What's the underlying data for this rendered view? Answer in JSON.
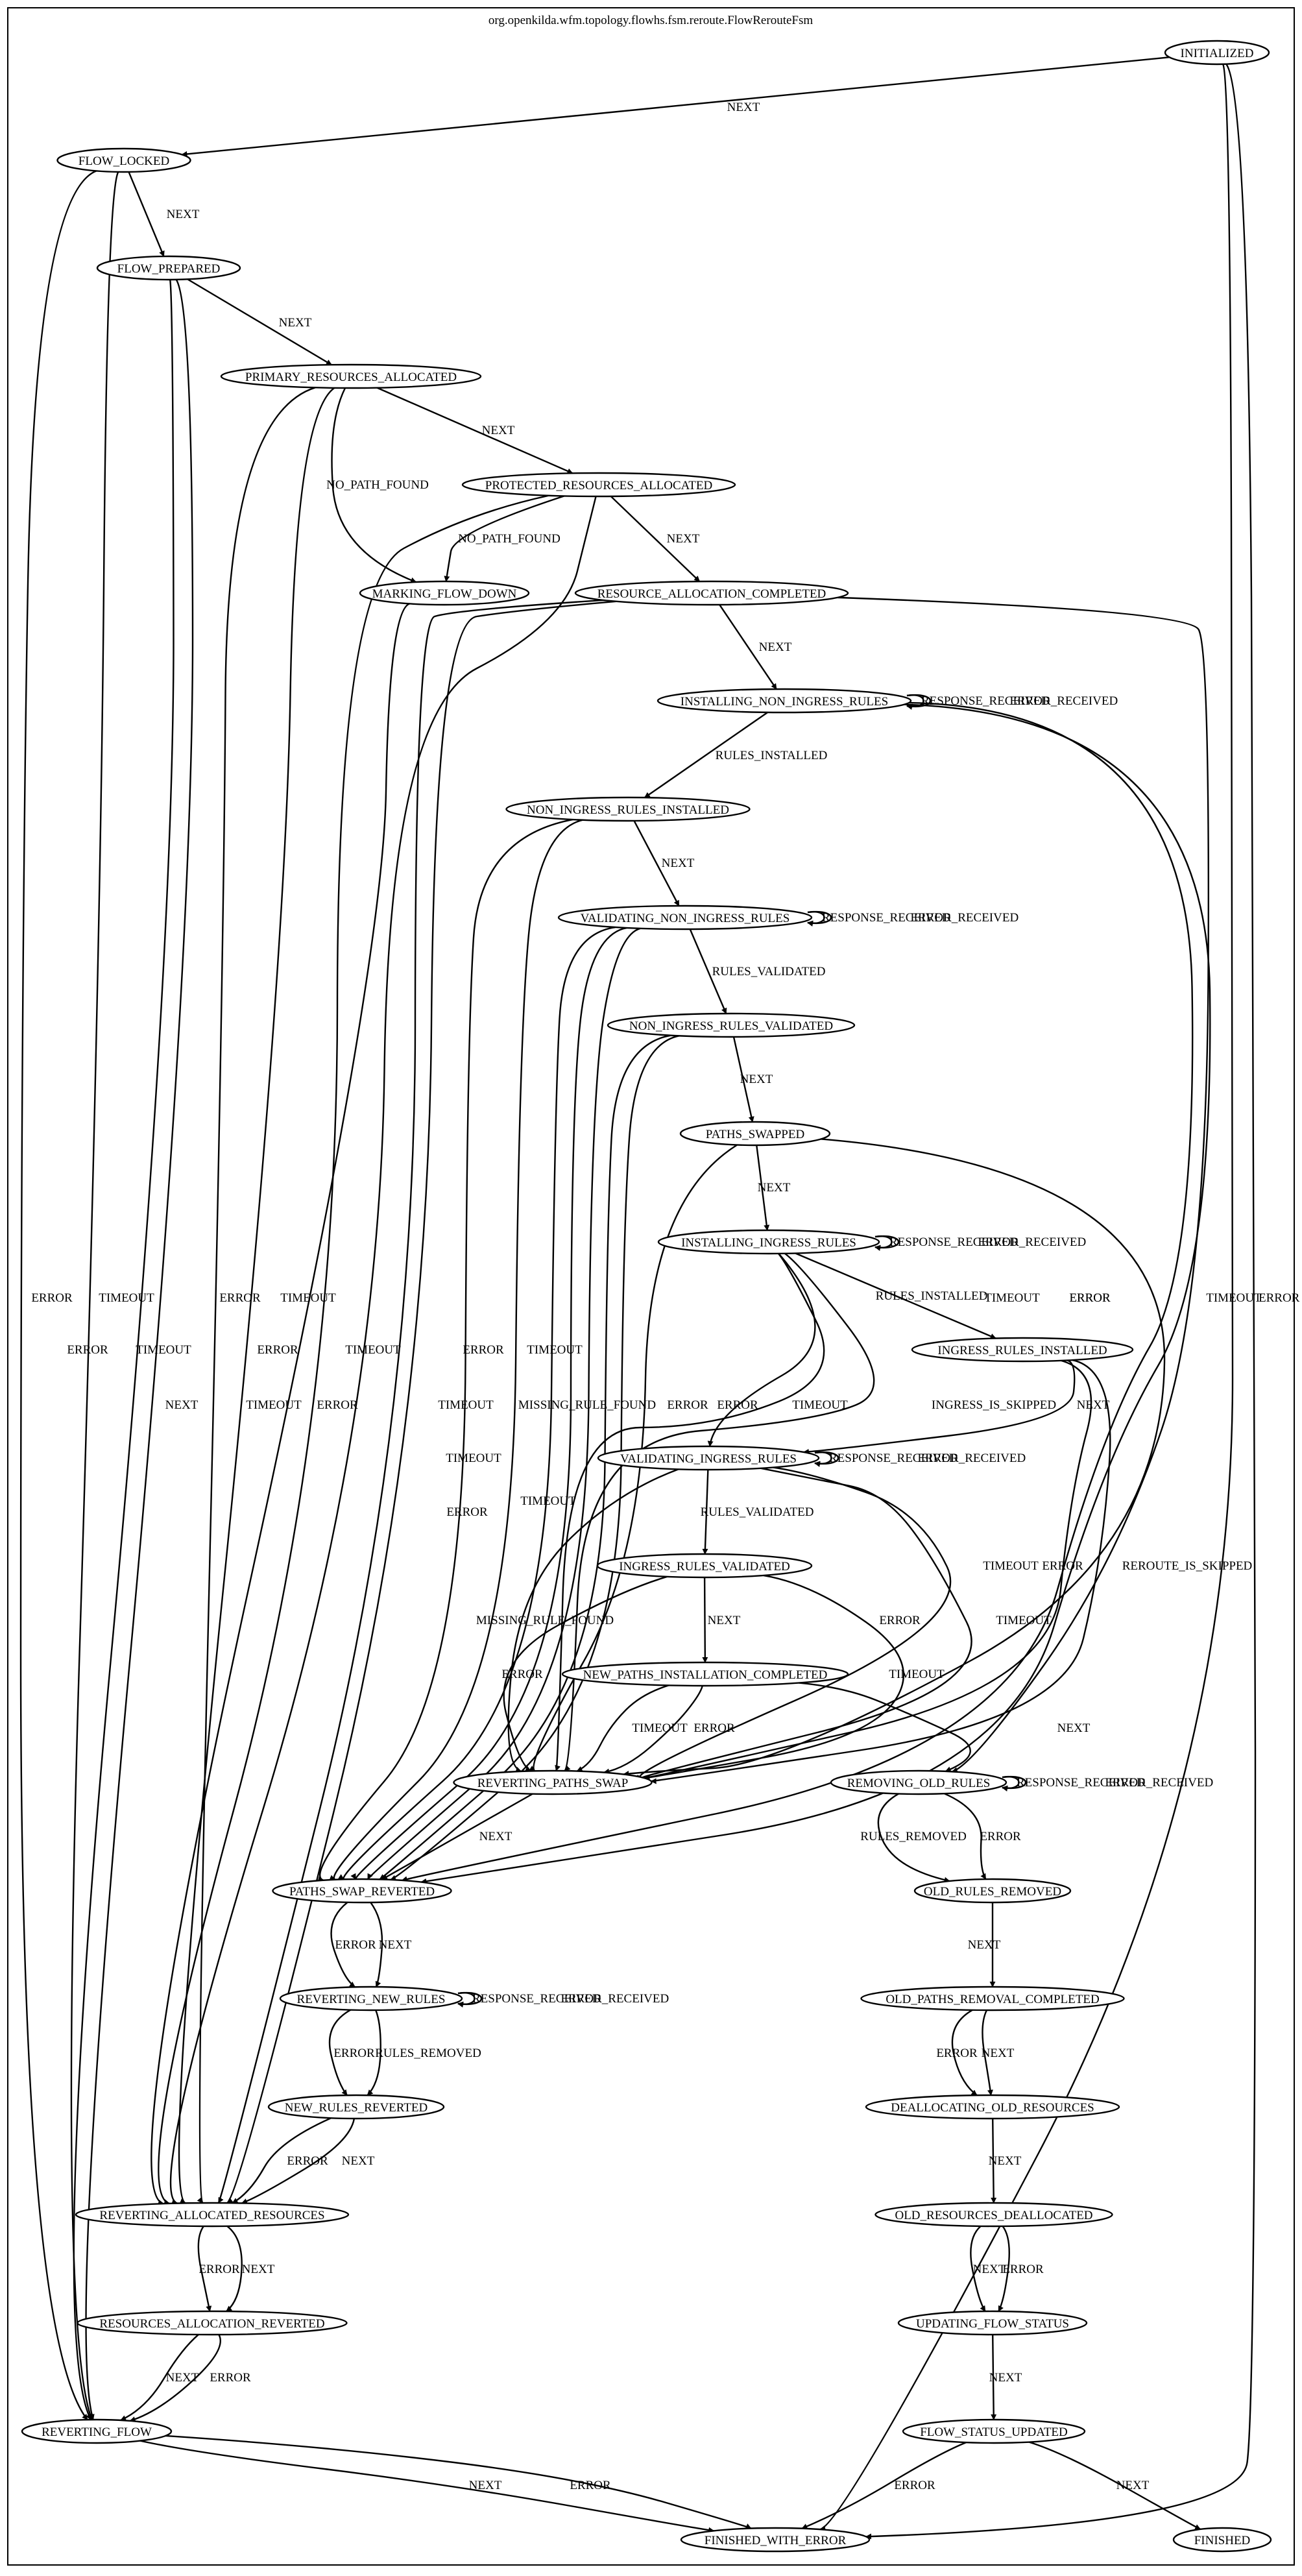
{
  "diagram": {
    "title": "org.openkilda.wfm.topology.flowhs.fsm.reroute.FlowRerouteFsm",
    "nodes": [
      {
        "id": "INITIALIZED",
        "label": "INITIALIZED"
      },
      {
        "id": "FLOW_LOCKED",
        "label": "FLOW_LOCKED"
      },
      {
        "id": "FLOW_PREPARED",
        "label": "FLOW_PREPARED"
      },
      {
        "id": "PRIMARY_RESOURCES_ALLOCATED",
        "label": "PRIMARY_RESOURCES_ALLOCATED"
      },
      {
        "id": "PROTECTED_RESOURCES_ALLOCATED",
        "label": "PROTECTED_RESOURCES_ALLOCATED"
      },
      {
        "id": "MARKING_FLOW_DOWN",
        "label": "MARKING_FLOW_DOWN"
      },
      {
        "id": "RESOURCE_ALLOCATION_COMPLETED",
        "label": "RESOURCE_ALLOCATION_COMPLETED"
      },
      {
        "id": "INSTALLING_NON_INGRESS_RULES",
        "label": "INSTALLING_NON_INGRESS_RULES"
      },
      {
        "id": "NON_INGRESS_RULES_INSTALLED",
        "label": "NON_INGRESS_RULES_INSTALLED"
      },
      {
        "id": "VALIDATING_NON_INGRESS_RULES",
        "label": "VALIDATING_NON_INGRESS_RULES"
      },
      {
        "id": "NON_INGRESS_RULES_VALIDATED",
        "label": "NON_INGRESS_RULES_VALIDATED"
      },
      {
        "id": "PATHS_SWAPPED",
        "label": "PATHS_SWAPPED"
      },
      {
        "id": "INSTALLING_INGRESS_RULES",
        "label": "INSTALLING_INGRESS_RULES"
      },
      {
        "id": "INGRESS_RULES_INSTALLED",
        "label": "INGRESS_RULES_INSTALLED"
      },
      {
        "id": "VALIDATING_INGRESS_RULES",
        "label": "VALIDATING_INGRESS_RULES"
      },
      {
        "id": "INGRESS_RULES_VALIDATED",
        "label": "INGRESS_RULES_VALIDATED"
      },
      {
        "id": "NEW_PATHS_INSTALLATION_COMPLETED",
        "label": "NEW_PATHS_INSTALLATION_COMPLETED"
      },
      {
        "id": "REVERTING_PATHS_SWAP",
        "label": "REVERTING_PATHS_SWAP"
      },
      {
        "id": "REMOVING_OLD_RULES",
        "label": "REMOVING_OLD_RULES"
      },
      {
        "id": "PATHS_SWAP_REVERTED",
        "label": "PATHS_SWAP_REVERTED"
      },
      {
        "id": "OLD_RULES_REMOVED",
        "label": "OLD_RULES_REMOVED"
      },
      {
        "id": "REVERTING_NEW_RULES",
        "label": "REVERTING_NEW_RULES"
      },
      {
        "id": "OLD_PATHS_REMOVAL_COMPLETED",
        "label": "OLD_PATHS_REMOVAL_COMPLETED"
      },
      {
        "id": "NEW_RULES_REVERTED",
        "label": "NEW_RULES_REVERTED"
      },
      {
        "id": "DEALLOCATING_OLD_RESOURCES",
        "label": "DEALLOCATING_OLD_RESOURCES"
      },
      {
        "id": "REVERTING_ALLOCATED_RESOURCES",
        "label": "REVERTING_ALLOCATED_RESOURCES"
      },
      {
        "id": "OLD_RESOURCES_DEALLOCATED",
        "label": "OLD_RESOURCES_DEALLOCATED"
      },
      {
        "id": "RESOURCES_ALLOCATION_REVERTED",
        "label": "RESOURCES_ALLOCATION_REVERTED"
      },
      {
        "id": "UPDATING_FLOW_STATUS",
        "label": "UPDATING_FLOW_STATUS"
      },
      {
        "id": "REVERTING_FLOW",
        "label": "REVERTING_FLOW"
      },
      {
        "id": "FLOW_STATUS_UPDATED",
        "label": "FLOW_STATUS_UPDATED"
      },
      {
        "id": "FINISHED_WITH_ERROR",
        "label": "FINISHED_WITH_ERROR"
      },
      {
        "id": "FINISHED",
        "label": "FINISHED"
      }
    ],
    "edges": [
      {
        "from": "INITIALIZED",
        "to": "FLOW_LOCKED",
        "label": "NEXT"
      },
      {
        "from": "INITIALIZED",
        "to": "FINISHED_WITH_ERROR",
        "label": "TIMEOUT"
      },
      {
        "from": "INITIALIZED",
        "to": "FINISHED_WITH_ERROR",
        "label": "ERROR"
      },
      {
        "from": "FLOW_LOCKED",
        "to": "FLOW_PREPARED",
        "label": "NEXT"
      },
      {
        "from": "FLOW_LOCKED",
        "to": "REVERTING_FLOW",
        "label": "ERROR"
      },
      {
        "from": "FLOW_LOCKED",
        "to": "REVERTING_FLOW",
        "label": "TIMEOUT"
      },
      {
        "from": "FLOW_PREPARED",
        "to": "PRIMARY_RESOURCES_ALLOCATED",
        "label": "NEXT"
      },
      {
        "from": "FLOW_PREPARED",
        "to": "REVERTING_FLOW",
        "label": "ERROR"
      },
      {
        "from": "FLOW_PREPARED",
        "to": "REVERTING_FLOW",
        "label": "TIMEOUT"
      },
      {
        "from": "PRIMARY_RESOURCES_ALLOCATED",
        "to": "PROTECTED_RESOURCES_ALLOCATED",
        "label": "NEXT"
      },
      {
        "from": "PRIMARY_RESOURCES_ALLOCATED",
        "to": "MARKING_FLOW_DOWN",
        "label": "NO_PATH_FOUND"
      },
      {
        "from": "PRIMARY_RESOURCES_ALLOCATED",
        "to": "REVERTING_ALLOCATED_RESOURCES",
        "label": "ERROR"
      },
      {
        "from": "PRIMARY_RESOURCES_ALLOCATED",
        "to": "REVERTING_ALLOCATED_RESOURCES",
        "label": "TIMEOUT"
      },
      {
        "from": "PROTECTED_RESOURCES_ALLOCATED",
        "to": "RESOURCE_ALLOCATION_COMPLETED",
        "label": "NEXT"
      },
      {
        "from": "PROTECTED_RESOURCES_ALLOCATED",
        "to": "MARKING_FLOW_DOWN",
        "label": "NO_PATH_FOUND"
      },
      {
        "from": "PROTECTED_RESOURCES_ALLOCATED",
        "to": "REVERTING_ALLOCATED_RESOURCES",
        "label": "ERROR"
      },
      {
        "from": "PROTECTED_RESOURCES_ALLOCATED",
        "to": "REVERTING_ALLOCATED_RESOURCES",
        "label": "TIMEOUT"
      },
      {
        "from": "MARKING_FLOW_DOWN",
        "to": "REVERTING_ALLOCATED_RESOURCES",
        "label": "NEXT"
      },
      {
        "from": "RESOURCE_ALLOCATION_COMPLETED",
        "to": "INSTALLING_NON_INGRESS_RULES",
        "label": "NEXT"
      },
      {
        "from": "RESOURCE_ALLOCATION_COMPLETED",
        "to": "REVERTING_ALLOCATED_RESOURCES",
        "label": "TIMEOUT"
      },
      {
        "from": "RESOURCE_ALLOCATION_COMPLETED",
        "to": "REVERTING_ALLOCATED_RESOURCES",
        "label": "ERROR"
      },
      {
        "from": "RESOURCE_ALLOCATION_COMPLETED",
        "to": "REMOVING_OLD_RULES",
        "label": "REROUTE_IS_SKIPPED"
      },
      {
        "from": "INSTALLING_NON_INGRESS_RULES",
        "to": "INSTALLING_NON_INGRESS_RULES",
        "label": "RESPONSE_RECEIVED"
      },
      {
        "from": "INSTALLING_NON_INGRESS_RULES",
        "to": "INSTALLING_NON_INGRESS_RULES",
        "label": "ERROR_RECEIVED"
      },
      {
        "from": "INSTALLING_NON_INGRESS_RULES",
        "to": "NON_INGRESS_RULES_INSTALLED",
        "label": "RULES_INSTALLED"
      },
      {
        "from": "INSTALLING_NON_INGRESS_RULES",
        "to": "PATHS_SWAP_REVERTED",
        "label": "TIMEOUT"
      },
      {
        "from": "INSTALLING_NON_INGRESS_RULES",
        "to": "PATHS_SWAP_REVERTED",
        "label": "ERROR"
      },
      {
        "from": "NON_INGRESS_RULES_INSTALLED",
        "to": "VALIDATING_NON_INGRESS_RULES",
        "label": "NEXT"
      },
      {
        "from": "NON_INGRESS_RULES_INSTALLED",
        "to": "PATHS_SWAP_REVERTED",
        "label": "ERROR"
      },
      {
        "from": "NON_INGRESS_RULES_INSTALLED",
        "to": "PATHS_SWAP_REVERTED",
        "label": "TIMEOUT"
      },
      {
        "from": "VALIDATING_NON_INGRESS_RULES",
        "to": "VALIDATING_NON_INGRESS_RULES",
        "label": "RESPONSE_RECEIVED"
      },
      {
        "from": "VALIDATING_NON_INGRESS_RULES",
        "to": "VALIDATING_NON_INGRESS_RULES",
        "label": "ERROR_RECEIVED"
      },
      {
        "from": "VALIDATING_NON_INGRESS_RULES",
        "to": "NON_INGRESS_RULES_VALIDATED",
        "label": "RULES_VALIDATED"
      },
      {
        "from": "VALIDATING_NON_INGRESS_RULES",
        "to": "PATHS_SWAP_REVERTED",
        "label": "TIMEOUT"
      },
      {
        "from": "VALIDATING_NON_INGRESS_RULES",
        "to": "PATHS_SWAP_REVERTED",
        "label": "MISSING_RULE_FOUND"
      },
      {
        "from": "VALIDATING_NON_INGRESS_RULES",
        "to": "PATHS_SWAP_REVERTED",
        "label": "ERROR"
      },
      {
        "from": "NON_INGRESS_RULES_VALIDATED",
        "to": "PATHS_SWAPPED",
        "label": "NEXT"
      },
      {
        "from": "NON_INGRESS_RULES_VALIDATED",
        "to": "PATHS_SWAP_REVERTED",
        "label": "ERROR"
      },
      {
        "from": "NON_INGRESS_RULES_VALIDATED",
        "to": "PATHS_SWAP_REVERTED",
        "label": "TIMEOUT"
      },
      {
        "from": "PATHS_SWAPPED",
        "to": "INSTALLING_INGRESS_RULES",
        "label": "NEXT"
      },
      {
        "from": "PATHS_SWAPPED",
        "to": "REVERTING_PATHS_SWAP",
        "label": "ERROR"
      },
      {
        "from": "PATHS_SWAPPED",
        "to": "REVERTING_PATHS_SWAP",
        "label": "TIMEOUT"
      },
      {
        "from": "INSTALLING_INGRESS_RULES",
        "to": "INSTALLING_INGRESS_RULES",
        "label": "RESPONSE_RECEIVED"
      },
      {
        "from": "INSTALLING_INGRESS_RULES",
        "to": "INSTALLING_INGRESS_RULES",
        "label": "ERROR_RECEIVED"
      },
      {
        "from": "INSTALLING_INGRESS_RULES",
        "to": "INGRESS_RULES_INSTALLED",
        "label": "RULES_INSTALLED"
      },
      {
        "from": "INSTALLING_INGRESS_RULES",
        "to": "VALIDATING_INGRESS_RULES",
        "label": "INGRESS_IS_SKIPPED"
      },
      {
        "from": "INSTALLING_INGRESS_RULES",
        "to": "REVERTING_PATHS_SWAP",
        "label": "TIMEOUT"
      },
      {
        "from": "INSTALLING_INGRESS_RULES",
        "to": "REVERTING_PATHS_SWAP",
        "label": "ERROR"
      },
      {
        "from": "INGRESS_RULES_INSTALLED",
        "to": "VALIDATING_INGRESS_RULES",
        "label": "NEXT"
      },
      {
        "from": "INGRESS_RULES_INSTALLED",
        "to": "REVERTING_PATHS_SWAP",
        "label": "TIMEOUT"
      },
      {
        "from": "INGRESS_RULES_INSTALLED",
        "to": "REVERTING_PATHS_SWAP",
        "label": "ERROR"
      },
      {
        "from": "VALIDATING_INGRESS_RULES",
        "to": "VALIDATING_INGRESS_RULES",
        "label": "RESPONSE_RECEIVED"
      },
      {
        "from": "VALIDATING_INGRESS_RULES",
        "to": "VALIDATING_INGRESS_RULES",
        "label": "ERROR_RECEIVED"
      },
      {
        "from": "VALIDATING_INGRESS_RULES",
        "to": "INGRESS_RULES_VALIDATED",
        "label": "RULES_VALIDATED"
      },
      {
        "from": "VALIDATING_INGRESS_RULES",
        "to": "REVERTING_PATHS_SWAP",
        "label": "MISSING_RULE_FOUND"
      },
      {
        "from": "VALIDATING_INGRESS_RULES",
        "to": "REVERTING_PATHS_SWAP",
        "label": "ERROR"
      },
      {
        "from": "VALIDATING_INGRESS_RULES",
        "to": "REVERTING_PATHS_SWAP",
        "label": "TIMEOUT"
      },
      {
        "from": "INGRESS_RULES_VALIDATED",
        "to": "NEW_PATHS_INSTALLATION_COMPLETED",
        "label": "NEXT"
      },
      {
        "from": "INGRESS_RULES_VALIDATED",
        "to": "REVERTING_PATHS_SWAP",
        "label": "ERROR"
      },
      {
        "from": "INGRESS_RULES_VALIDATED",
        "to": "REVERTING_PATHS_SWAP",
        "label": "TIMEOUT"
      },
      {
        "from": "NEW_PATHS_INSTALLATION_COMPLETED",
        "to": "REMOVING_OLD_RULES",
        "label": "NEXT"
      },
      {
        "from": "NEW_PATHS_INSTALLATION_COMPLETED",
        "to": "REVERTING_PATHS_SWAP",
        "label": "TIMEOUT"
      },
      {
        "from": "NEW_PATHS_INSTALLATION_COMPLETED",
        "to": "REVERTING_PATHS_SWAP",
        "label": "ERROR"
      },
      {
        "from": "REVERTING_PATHS_SWAP",
        "to": "PATHS_SWAP_REVERTED",
        "label": "NEXT"
      },
      {
        "from": "REMOVING_OLD_RULES",
        "to": "REMOVING_OLD_RULES",
        "label": "RESPONSE_RECEIVED"
      },
      {
        "from": "REMOVING_OLD_RULES",
        "to": "REMOVING_OLD_RULES",
        "label": "ERROR_RECEIVED"
      },
      {
        "from": "REMOVING_OLD_RULES",
        "to": "OLD_RULES_REMOVED",
        "label": "RULES_REMOVED"
      },
      {
        "from": "REMOVING_OLD_RULES",
        "to": "OLD_RULES_REMOVED",
        "label": "ERROR"
      },
      {
        "from": "PATHS_SWAP_REVERTED",
        "to": "REVERTING_NEW_RULES",
        "label": "ERROR"
      },
      {
        "from": "PATHS_SWAP_REVERTED",
        "to": "REVERTING_NEW_RULES",
        "label": "NEXT"
      },
      {
        "from": "REVERTING_NEW_RULES",
        "to": "REVERTING_NEW_RULES",
        "label": "RESPONSE_RECEIVED"
      },
      {
        "from": "REVERTING_NEW_RULES",
        "to": "REVERTING_NEW_RULES",
        "label": "ERROR_RECEIVED"
      },
      {
        "from": "REVERTING_NEW_RULES",
        "to": "NEW_RULES_REVERTED",
        "label": "ERROR"
      },
      {
        "from": "REVERTING_NEW_RULES",
        "to": "NEW_RULES_REVERTED",
        "label": "RULES_REMOVED"
      },
      {
        "from": "OLD_RULES_REMOVED",
        "to": "OLD_PATHS_REMOVAL_COMPLETED",
        "label": "NEXT"
      },
      {
        "from": "OLD_PATHS_REMOVAL_COMPLETED",
        "to": "DEALLOCATING_OLD_RESOURCES",
        "label": "ERROR"
      },
      {
        "from": "OLD_PATHS_REMOVAL_COMPLETED",
        "to": "DEALLOCATING_OLD_RESOURCES",
        "label": "NEXT"
      },
      {
        "from": "NEW_RULES_REVERTED",
        "to": "REVERTING_ALLOCATED_RESOURCES",
        "label": "ERROR"
      },
      {
        "from": "NEW_RULES_REVERTED",
        "to": "REVERTING_ALLOCATED_RESOURCES",
        "label": "NEXT"
      },
      {
        "from": "DEALLOCATING_OLD_RESOURCES",
        "to": "OLD_RESOURCES_DEALLOCATED",
        "label": "NEXT"
      },
      {
        "from": "REVERTING_ALLOCATED_RESOURCES",
        "to": "RESOURCES_ALLOCATION_REVERTED",
        "label": "ERROR"
      },
      {
        "from": "REVERTING_ALLOCATED_RESOURCES",
        "to": "RESOURCES_ALLOCATION_REVERTED",
        "label": "NEXT"
      },
      {
        "from": "OLD_RESOURCES_DEALLOCATED",
        "to": "UPDATING_FLOW_STATUS",
        "label": "NEXT"
      },
      {
        "from": "OLD_RESOURCES_DEALLOCATED",
        "to": "UPDATING_FLOW_STATUS",
        "label": "ERROR"
      },
      {
        "from": "RESOURCES_ALLOCATION_REVERTED",
        "to": "REVERTING_FLOW",
        "label": "NEXT"
      },
      {
        "from": "RESOURCES_ALLOCATION_REVERTED",
        "to": "REVERTING_FLOW",
        "label": "ERROR"
      },
      {
        "from": "UPDATING_FLOW_STATUS",
        "to": "FLOW_STATUS_UPDATED",
        "label": "NEXT"
      },
      {
        "from": "REVERTING_FLOW",
        "to": "FINISHED_WITH_ERROR",
        "label": "NEXT"
      },
      {
        "from": "REVERTING_FLOW",
        "to": "FINISHED_WITH_ERROR",
        "label": "ERROR"
      },
      {
        "from": "FLOW_STATUS_UPDATED",
        "to": "FINISHED_WITH_ERROR",
        "label": "ERROR"
      },
      {
        "from": "FLOW_STATUS_UPDATED",
        "to": "FINISHED",
        "label": "NEXT"
      }
    ]
  }
}
